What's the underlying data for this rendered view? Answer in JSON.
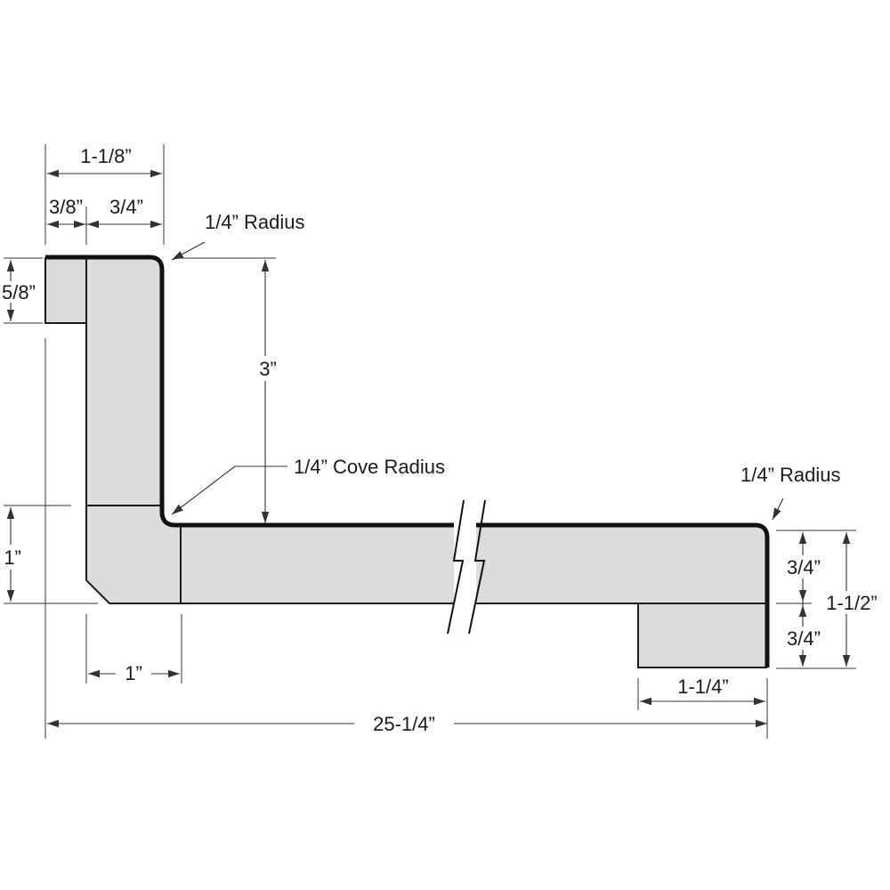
{
  "colors": {
    "profile_fill": "#dcdcdc",
    "profile_stroke": "#111111",
    "dimension_line": "#333333",
    "text": "#1a1a1a",
    "background": "#ffffff"
  },
  "dimensions": {
    "top_overall_width": "1-1/8”",
    "top_left_width": "3/8”",
    "top_right_width": "3/4”",
    "left_top_height": "5/8”",
    "backsplash_height": "3”",
    "left_bottom_height": "1”",
    "bottom_left_width": "1”",
    "overall_length": "25-1/4”",
    "right_drop_width": "1-1/4”",
    "right_upper_height": "3/4”",
    "right_lower_height": "3/4”",
    "right_total_height": "1-1/2”"
  },
  "annotations": {
    "top_radius": "1/4” Radius",
    "cove_radius": "1/4” Cove Radius",
    "front_radius": "1/4” Radius"
  }
}
